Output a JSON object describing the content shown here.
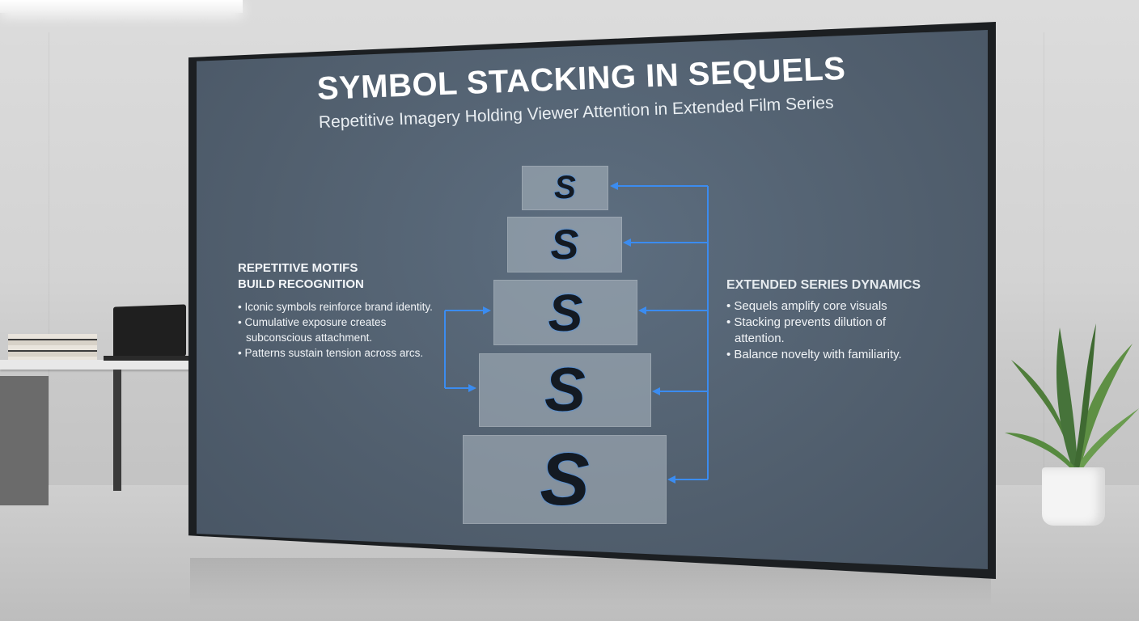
{
  "slide": {
    "title": "SYMBOL STACKING IN SEQUELS",
    "subtitle": "Repetitive Imagery Holding Viewer Attention in Extended Film Series"
  },
  "stack": {
    "symbol": "S",
    "count": 5
  },
  "left_panel": {
    "heading_line1": "REPETITIVE MOTIFS",
    "heading_line2": "BUILD RECOGNITION",
    "items": [
      "Iconic symbols reinforce brand identity.",
      "Cumulative exposure creates subconscious attachment.",
      "Patterns sustain tension across arcs."
    ]
  },
  "right_panel": {
    "heading": "EXTENDED SERIES DYNAMICS",
    "items": [
      "Sequels amplify core visuals",
      "Stacking prevents dilution of attention.",
      "Balance novelty with familiarity."
    ]
  },
  "colors": {
    "screen": "#52606f",
    "arrow": "#3b8cf0",
    "symbol": "#141a22"
  }
}
